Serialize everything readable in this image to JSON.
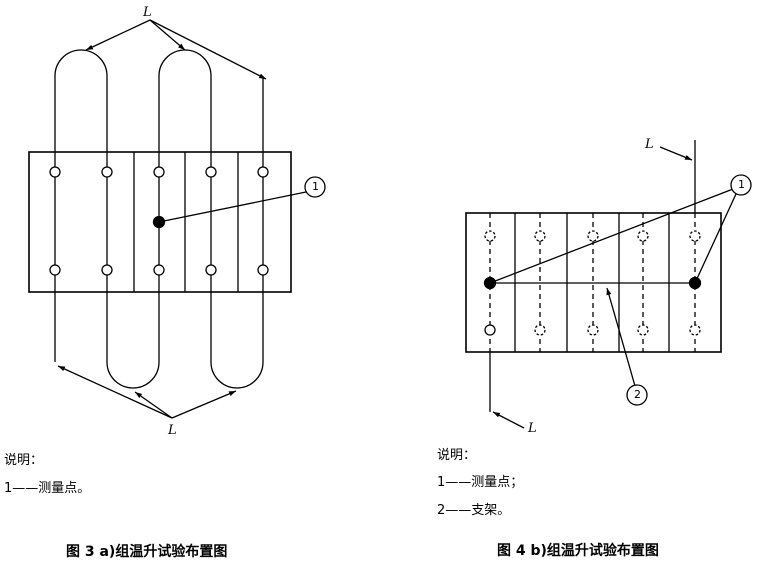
{
  "figure3": {
    "label_L_top": "L",
    "label_L_bottom": "L",
    "callout_1": "1",
    "legend_title": "说明：",
    "legend_1": "1——测量点。",
    "caption": "图 3  a)组温升试验布置图"
  },
  "figure4": {
    "label_L_top": "L",
    "label_L_bottom": "L",
    "callout_1": "1",
    "callout_2": "2",
    "legend_title": "说明：",
    "legend_1": "1——测量点；",
    "legend_2": "2——支架。",
    "caption": "图 4  b)组温升试验布置图"
  }
}
